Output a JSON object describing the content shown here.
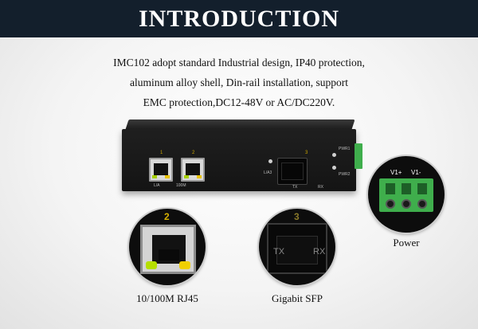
{
  "header": {
    "title": "INTRODUCTION"
  },
  "intro": {
    "lines": [
      "IMC102 adopt standard Industrial design, IP40 protection,",
      "aluminum alloy shell, Din-rail installation, support",
      "EMC protection,DC12-48V or AC/DC220V."
    ]
  },
  "device": {
    "port_1": "1",
    "port_2": "2",
    "port_3": "3",
    "label_la": "L/A",
    "label_100m": "100M",
    "label_la3": "L/A3",
    "label_pwr1": "PWR1",
    "label_pwr2": "PWR2",
    "label_tx": "TX",
    "label_rx": "RX"
  },
  "details": {
    "rj45": {
      "caption": "10/100M RJ45",
      "port_num": "2"
    },
    "sfp": {
      "caption": "Gigabit SFP",
      "port_num": "3",
      "tx": "TX",
      "rx": "RX"
    },
    "power": {
      "caption": "Power",
      "v_plus": "V1+",
      "v_minus": "V1-"
    }
  },
  "colors": {
    "header_bg": "#131f2c",
    "terminal_green": "#3fae4c",
    "led_green": "#a6d000",
    "led_yellow": "#e8c200"
  }
}
